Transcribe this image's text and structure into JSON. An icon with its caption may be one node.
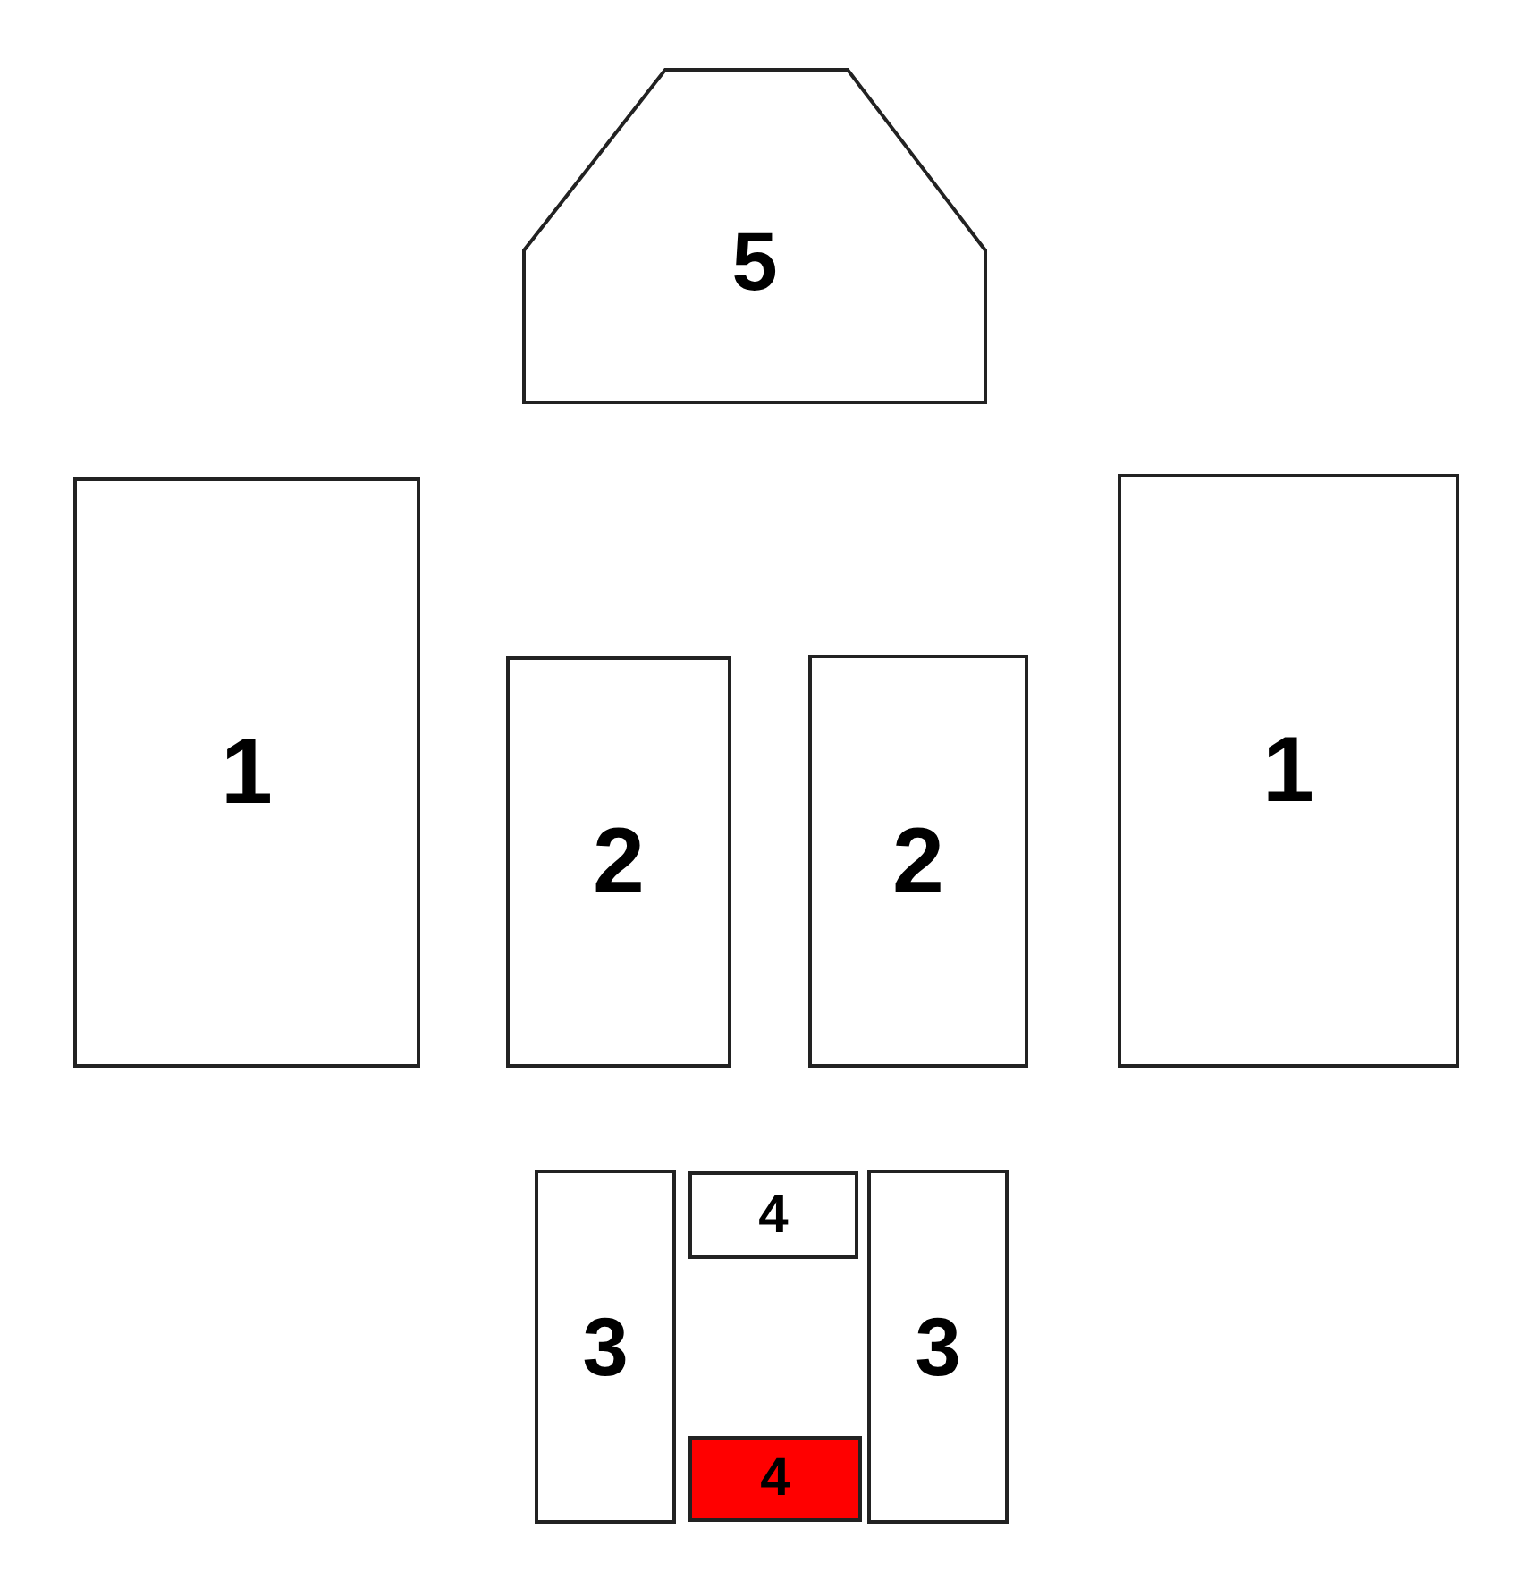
{
  "diagram": {
    "nodes": [
      {
        "text": [
          "5"
        ]
      },
      {
        "text": [
          "1"
        ]
      },
      {
        "text": [
          "2"
        ]
      },
      {
        "text": [
          "2"
        ]
      },
      {
        "text": [
          "1"
        ]
      },
      {
        "text": [
          "3"
        ]
      },
      {
        "text": [
          "4"
        ]
      },
      {
        "text": [
          "3"
        ]
      },
      {
        "text": [
          "4"
        ]
      }
    ]
  }
}
